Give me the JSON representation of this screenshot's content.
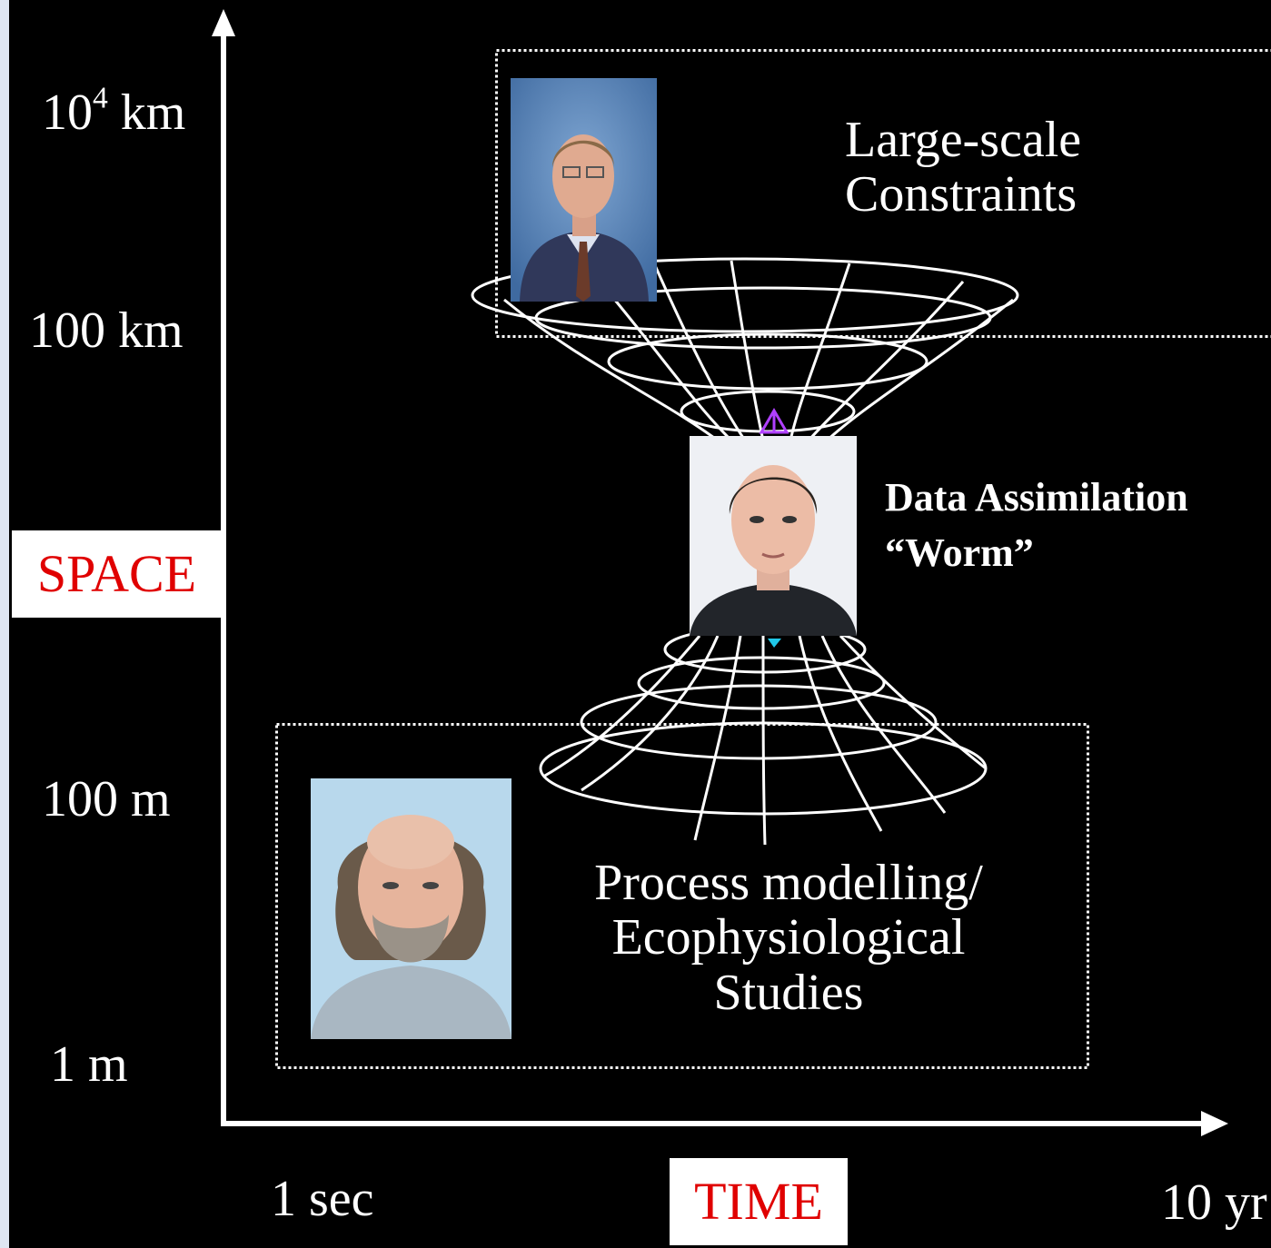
{
  "axes": {
    "y_title": "SPACE",
    "x_title": "TIME",
    "y_ticks": {
      "t1_base": "10",
      "t1_exp": "4",
      "t1_unit": " km",
      "t2": "100 km",
      "t3": "100 m",
      "t4": "1 m"
    },
    "x_ticks": {
      "t1": "1 sec",
      "t2": "10 yr"
    }
  },
  "boxes": {
    "top": {
      "line1": "Large-scale",
      "line2": "Constraints"
    },
    "middle": {
      "line1": "Data Assimilation",
      "line2": "“Worm”"
    },
    "bottom": {
      "line1": "Process modelling/",
      "line2": "Ecophysiological",
      "line3": "Studies"
    }
  },
  "colors": {
    "background": "#000000",
    "label_text": "#e00000",
    "label_bg": "#ffffff",
    "wire": "#ffffff",
    "top_marker": "#b040ff",
    "bottom_marker": "#20c8e8"
  },
  "icons": {
    "top_photo": "portrait-photo",
    "middle_photo": "portrait-photo",
    "bottom_photo": "portrait-photo"
  }
}
